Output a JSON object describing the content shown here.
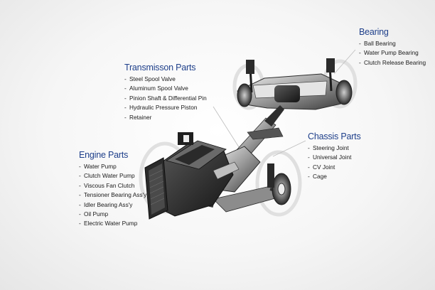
{
  "colors": {
    "heading": "#1e3f8a",
    "text": "#1a1a1a",
    "callout_line": "#bdbdbd"
  },
  "groups": {
    "transmission": {
      "title": "Transmisson Parts",
      "items": [
        "Steel Spool Valve",
        "Aluminum Spool Valve",
        "Pinion Shaft & Differential Pin",
        "Hydraulic Pressure Piston",
        "Retainer"
      ]
    },
    "bearing": {
      "title": "Bearing",
      "items": [
        "Ball Bearing",
        "Water Pump Bearing",
        "Clutch Release Bearing"
      ]
    },
    "chassis": {
      "title": "Chassis Parts",
      "items": [
        "Steering Joint",
        "Universal Joint",
        "CV Joint",
        "Cage"
      ]
    },
    "engine": {
      "title": "Engine Parts",
      "items": [
        "Water Pump",
        "Clutch Water Pump",
        "Viscous Fan Clutch",
        "Tensioner Bearing Ass'y",
        "Idler Bearing Ass'y",
        "Oil Pump",
        "Electric Water Pump"
      ]
    }
  }
}
